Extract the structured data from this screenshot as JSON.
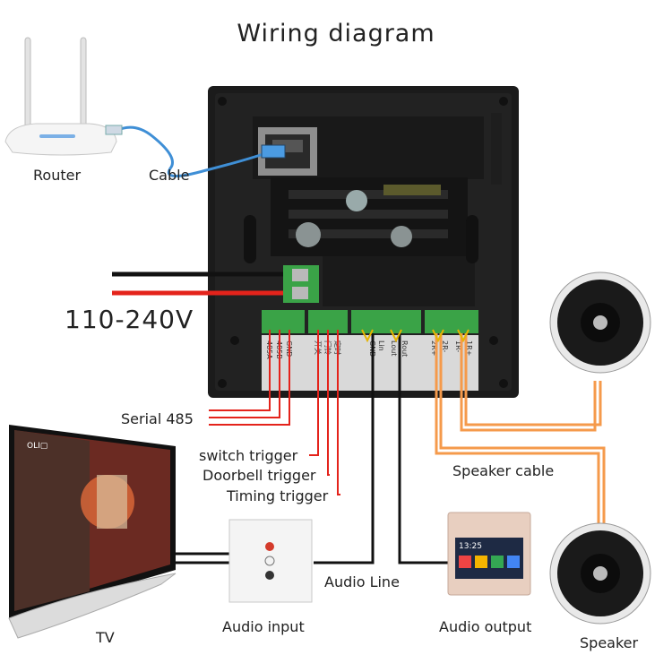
{
  "title": "Wiring diagram",
  "labels": {
    "router": "Router",
    "cable": "Cable",
    "voltage": "110-240V",
    "serial": "Serial 485",
    "switch_trigger": "switch trigger",
    "doorbell_trigger": "Doorbell trigger",
    "timing_trigger": "Timing trigger",
    "speaker_cable": "Speaker cable",
    "audio_line": "Audio Line",
    "audio_input": "Audio input",
    "audio_output": "Audio output",
    "tv": "TV",
    "speaker": "Speaker"
  },
  "terminals": [
    "485A",
    "485B",
    "GND",
    "开关",
    "门铃",
    "定时",
    "GND",
    "Lin",
    "Lout",
    "Rout",
    "2R+",
    "2R-",
    "1R-",
    "1R+"
  ],
  "tv_screen": {
    "logo": "OLI▢"
  },
  "panel_screen": {
    "time": "13:25"
  },
  "colors": {
    "accent_wire_red": "#e4231b",
    "speaker_cable": "#f59a4b",
    "terminal_green": "#3aa347",
    "device_body": "#1b1b1b"
  }
}
